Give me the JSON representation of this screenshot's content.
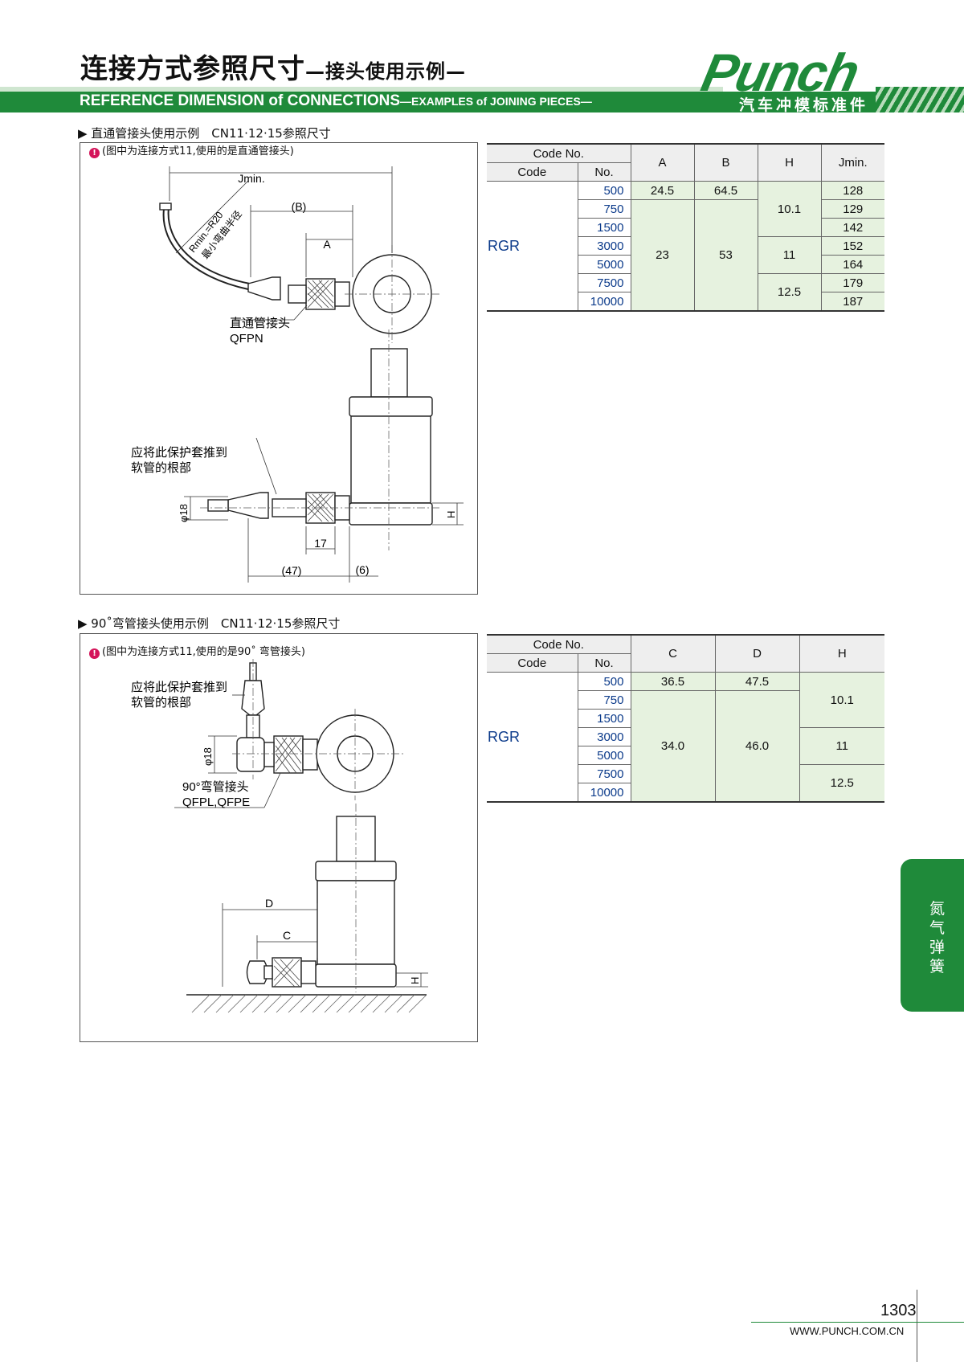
{
  "header": {
    "title_cn": "连接方式参照尺寸",
    "title_cn_sub": "—接头使用示例—",
    "title_en": "REFERENCE DIMENSION of CONNECTIONS",
    "title_en_sub": "—EXAMPLES of JOINING PIECES—",
    "logo": "Punch",
    "slogan": "汽车冲模标准件"
  },
  "section1": {
    "title": "▶ 直通管接头使用示例　CN11·12·15参照尺寸",
    "note": "(图中为连接方式11,使用的是直通管接头)",
    "note_icon": "!",
    "drawing_labels": {
      "jmin": "Jmin.",
      "b": "(B)",
      "a": "A",
      "rmin": "Rmin.=R20",
      "rmin_cn": "最小弯曲半径",
      "fitting_cn": "直通管接头",
      "fitting_code": "QFPN",
      "push_line1": "应将此保护套推到",
      "push_line2": "软管的根部",
      "dia": "φ18",
      "d17": "17",
      "d47": "(47)",
      "d6": "(6)",
      "h": "H"
    },
    "table": {
      "h_codeno": "Code No.",
      "h_code": "Code",
      "h_no": "No.",
      "h_a": "A",
      "h_b": "B",
      "h_h": "H",
      "h_jmin": "Jmin.",
      "code": "RGR",
      "nos": [
        "500",
        "750",
        "1500",
        "3000",
        "5000",
        "7500",
        "10000"
      ],
      "a_500": "24.5",
      "a_rest": "23",
      "b_500": "64.5",
      "b_rest": "53",
      "h1": "10.1",
      "h2": "11",
      "h3": "12.5",
      "jmin": [
        "128",
        "129",
        "142",
        "152",
        "164",
        "179",
        "187"
      ]
    }
  },
  "section2": {
    "title": "▶ 90˚弯管接头使用示例　CN11·12·15参照尺寸",
    "note": "(图中为连接方式11,使用的是90˚ 弯管接头)",
    "note_icon": "!",
    "drawing_labels": {
      "push_line1": "应将此保护套推到",
      "push_line2": "软管的根部",
      "dia": "φ18",
      "fitting_cn": "90°弯管接头",
      "fitting_code": "QFPL,QFPE",
      "d": "D",
      "c": "C",
      "h": "H"
    },
    "table": {
      "h_codeno": "Code No.",
      "h_code": "Code",
      "h_no": "No.",
      "h_c": "C",
      "h_d": "D",
      "h_h": "H",
      "code": "RGR",
      "nos": [
        "500",
        "750",
        "1500",
        "3000",
        "5000",
        "7500",
        "10000"
      ],
      "c_500": "36.5",
      "c_rest": "34.0",
      "d_500": "47.5",
      "d_rest": "46.0",
      "h1": "10.1",
      "h2": "11",
      "h3": "12.5"
    }
  },
  "side_tab": "氮气弹簧",
  "footer": {
    "page": "1303",
    "url": "WWW.PUNCH.COM.CN"
  }
}
